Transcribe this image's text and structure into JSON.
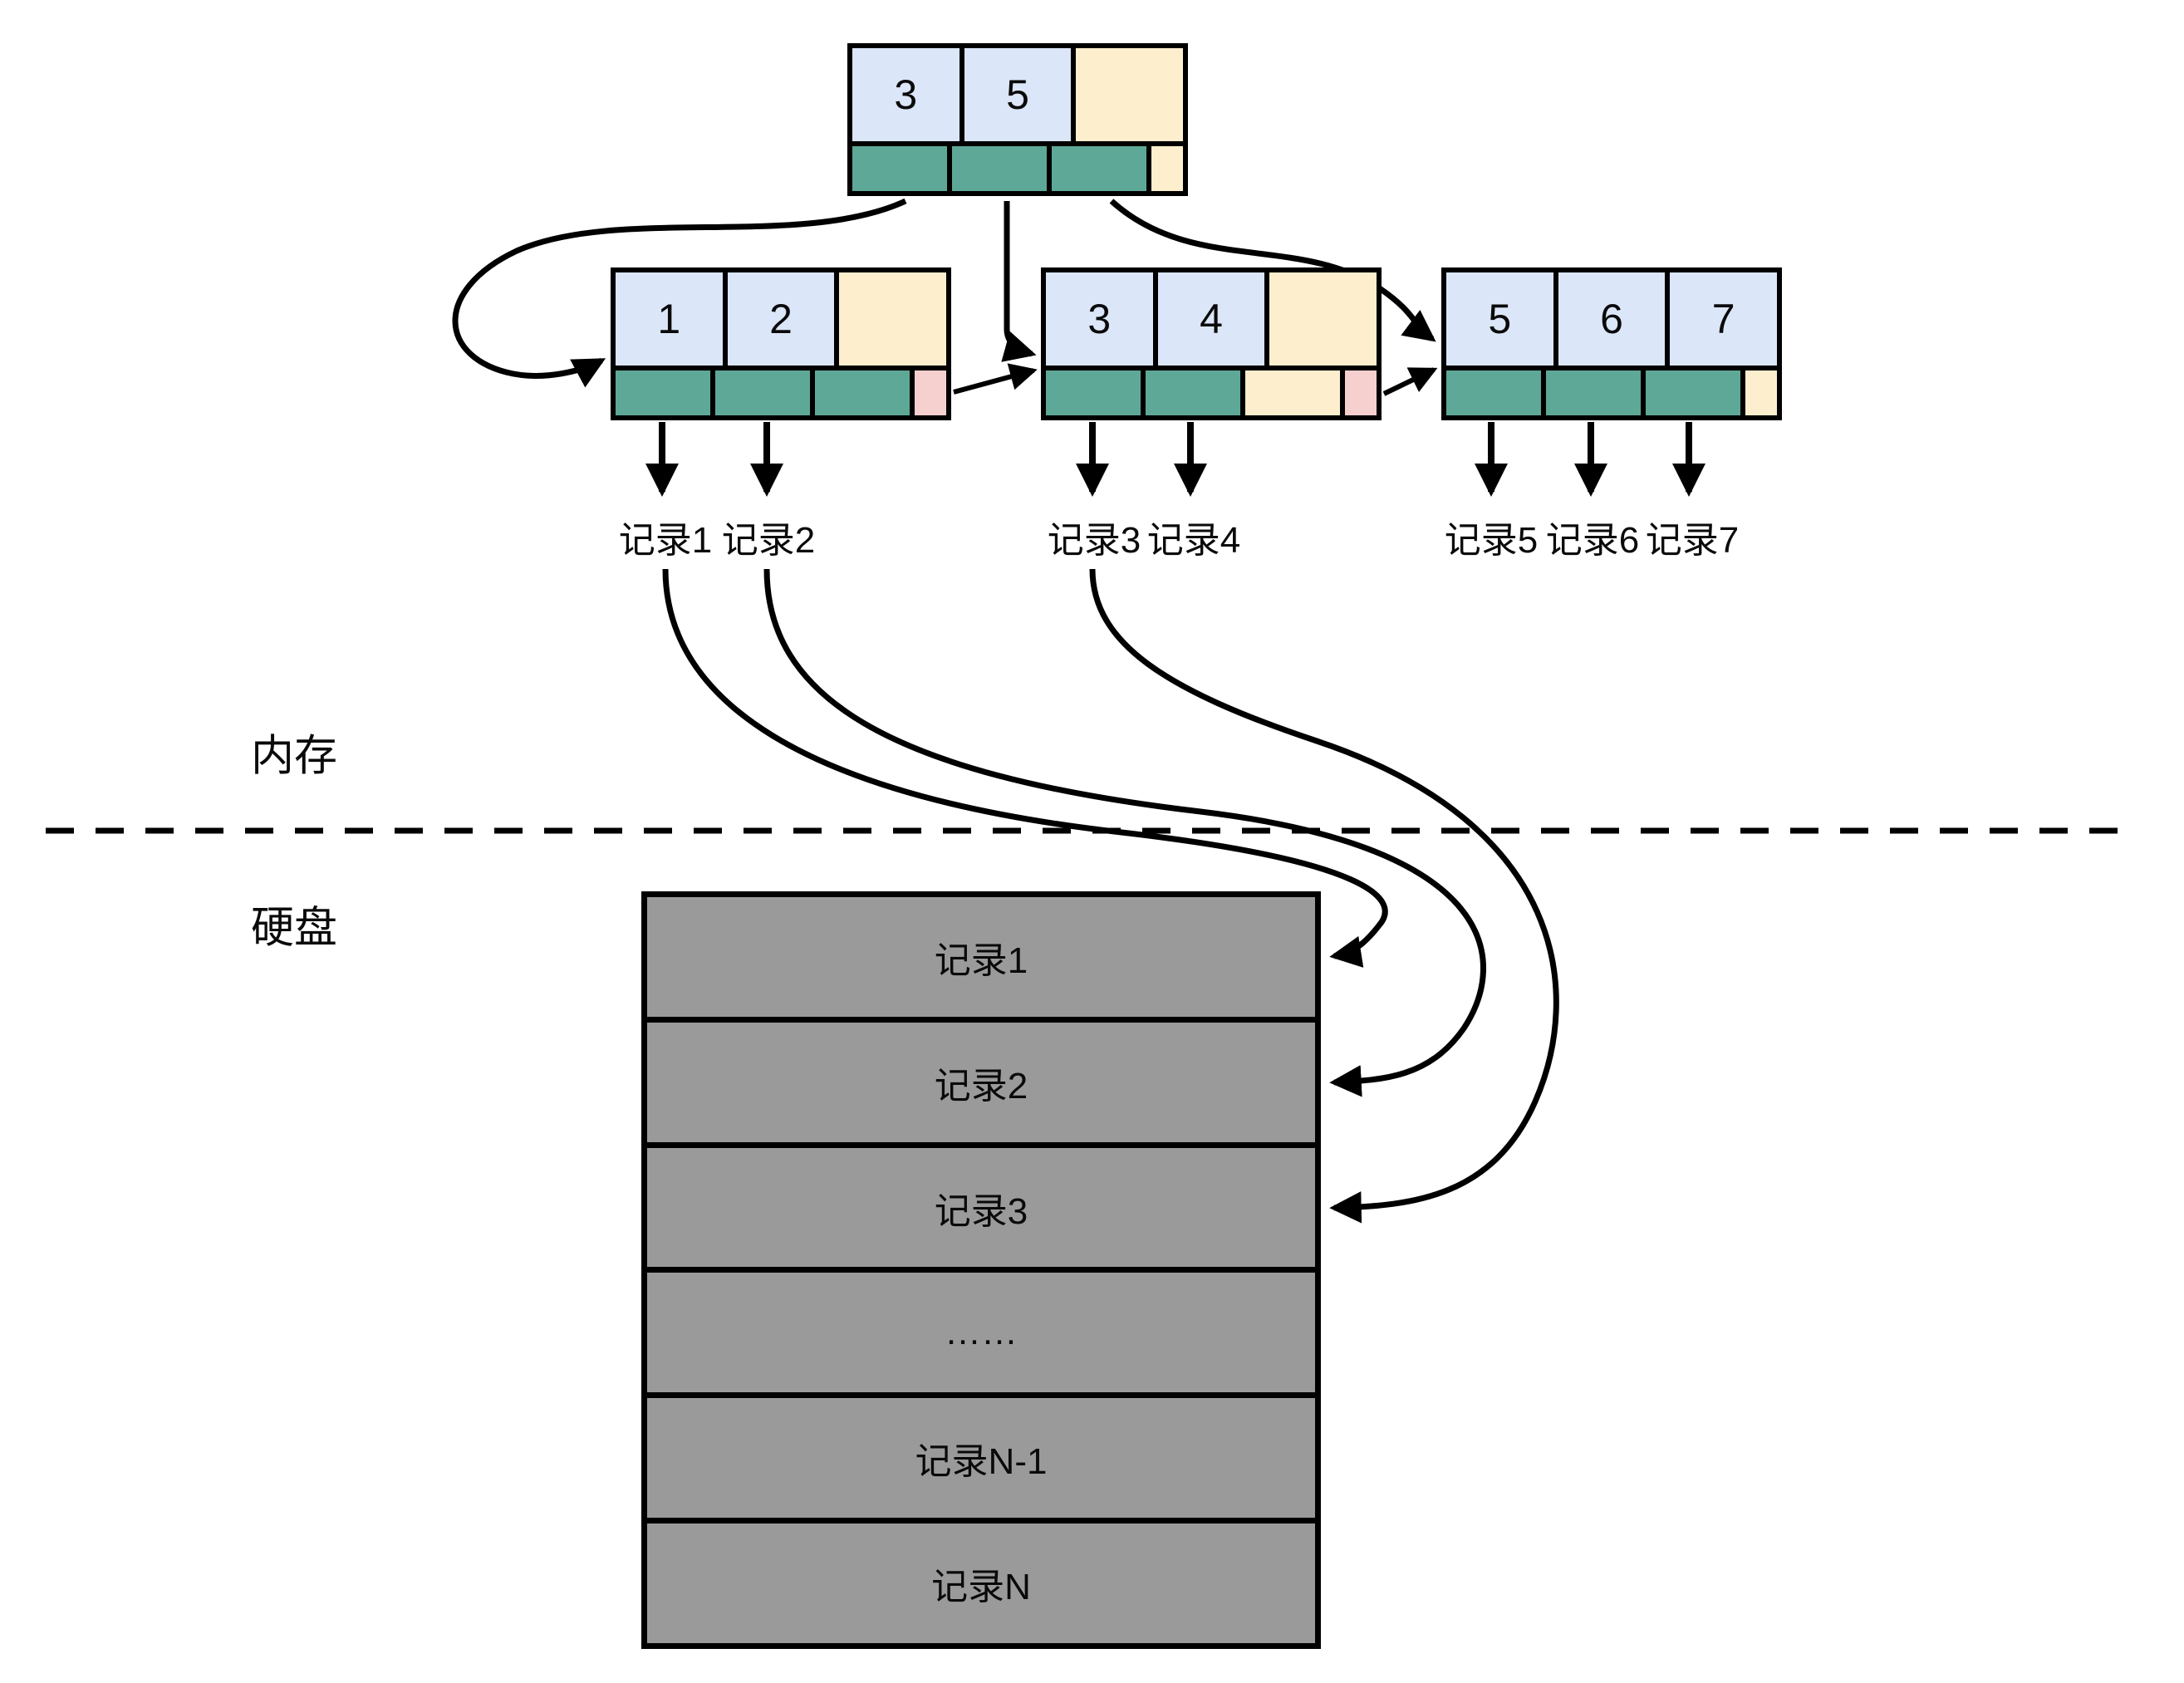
{
  "labels": {
    "memory": "内存",
    "disk": "硬盘"
  },
  "tree": {
    "root": {
      "keys": [
        "3",
        "5",
        ""
      ]
    },
    "leaf1": {
      "keys": [
        "1",
        "2",
        ""
      ]
    },
    "leaf2": {
      "keys": [
        "3",
        "4",
        ""
      ]
    },
    "leaf3": {
      "keys": [
        "5",
        "6",
        "7"
      ]
    }
  },
  "record_labels": [
    "记录1",
    "记录2",
    "记录3",
    "记录4",
    "记录5",
    "记录6",
    "记录7"
  ],
  "disk": {
    "rows": [
      "记录1",
      "记录2",
      "记录3",
      "……",
      "记录N-1",
      "记录N"
    ]
  },
  "colors": {
    "key_cell_blue": "#dbe6f8",
    "empty_cell_yellow": "#fdeecd",
    "pointer_cell_green": "#5ea897",
    "next_pointer_pink": "#f6d0cf",
    "disk_row_gray": "#9a9a9a",
    "line_black": "#000000"
  }
}
